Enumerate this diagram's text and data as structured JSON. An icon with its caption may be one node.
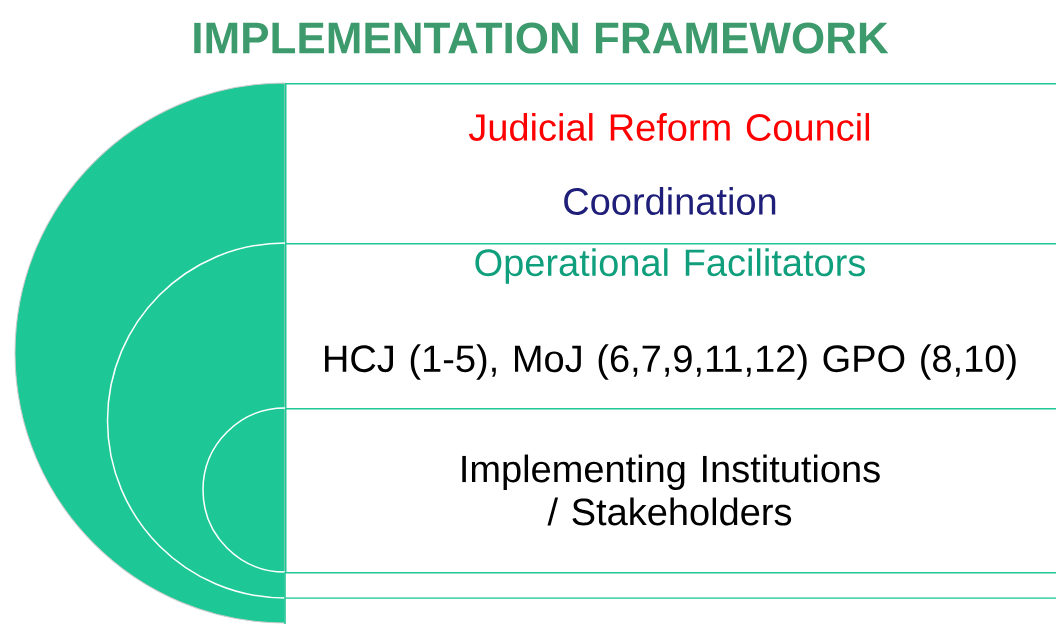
{
  "diagram": {
    "title": "IMPLEMENTATION FRAMEWORK",
    "nodes": [
      {
        "text": [
          "Judicial Reform Council",
          "Coordination"
        ]
      },
      {
        "text": [
          "Operational Facilitators",
          "HCJ (1-5), MoJ (6,7,9,11,12) GPO (8,10)"
        ]
      },
      {
        "text": [
          "Implementing Institutions / Stakeholders"
        ]
      }
    ]
  }
}
